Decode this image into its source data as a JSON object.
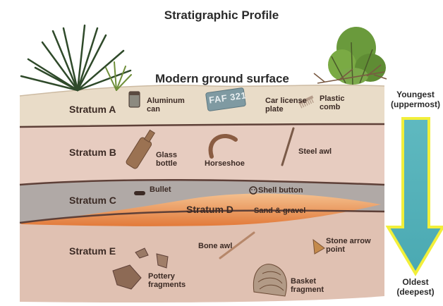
{
  "title": "Stratigraphic Profile",
  "ground_label": "Modern ground surface",
  "strata": {
    "a": "Stratum A",
    "b": "Stratum B",
    "c": "Stratum C",
    "d": "Stratum D",
    "e": "Stratum E"
  },
  "stratum_d_desc": "Sand & gravel",
  "artifacts": {
    "aluminum_can": [
      "Aluminum",
      "can"
    ],
    "license_plate": [
      "Car license",
      "plate"
    ],
    "plastic_comb": [
      "Plastic",
      "comb"
    ],
    "glass_bottle": [
      "Glass",
      "bottle"
    ],
    "horseshoe": "Horseshoe",
    "steel_awl": "Steel awl",
    "bullet": "Bullet",
    "shell_button": "Shell button",
    "bone_awl": "Bone awl",
    "stone_arrow_point": [
      "Stone arrow",
      "point"
    ],
    "pottery_fragments": [
      "Pottery",
      "fragments"
    ],
    "basket_fragment": [
      "Basket",
      "fragment"
    ]
  },
  "plate_text": "FAF 321",
  "arrow": {
    "top": [
      "Youngest",
      "(uppermost)"
    ],
    "bottom": [
      "Oldest",
      "(deepest)"
    ]
  },
  "colors": {
    "stratum_a": "#e9dcc8",
    "stratum_b": "#e7ccc0",
    "stratum_c": "#b0a9a6",
    "stratum_d": "#e89a57",
    "stratum_e": "#e0c1b2",
    "boundary": "#5e4038",
    "arrow_fill": "#5cb6bd",
    "arrow_outline": "#f2ef3a"
  }
}
